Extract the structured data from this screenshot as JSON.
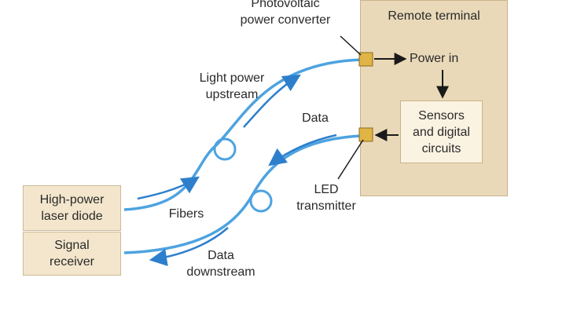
{
  "remote_terminal": {
    "title": "Remote terminal"
  },
  "photovoltaic_label": [
    "Photovoltaic",
    "power converter"
  ],
  "power_in_label": "Power in",
  "sensors_label": [
    "Sensors",
    "and digital",
    "circuits"
  ],
  "led_label": [
    "LED",
    "transmitter"
  ],
  "light_power_label": [
    "Light power",
    "upstream"
  ],
  "data_label_top": "Data",
  "laser_label": [
    "High-power",
    "laser diode"
  ],
  "receiver_label": [
    "Signal",
    "receiver"
  ],
  "fibers_label": "Fibers",
  "data_downstream_label": [
    "Data",
    "downstream"
  ],
  "colors": {
    "fiber": "#4da3e0",
    "box_fill": "#f3e6cc",
    "inner_box_fill": "#fbf3e2",
    "connector": "#e0b545",
    "arrow_dark": "#1a1a1a",
    "arrow_blue": "#2d7fcc"
  }
}
